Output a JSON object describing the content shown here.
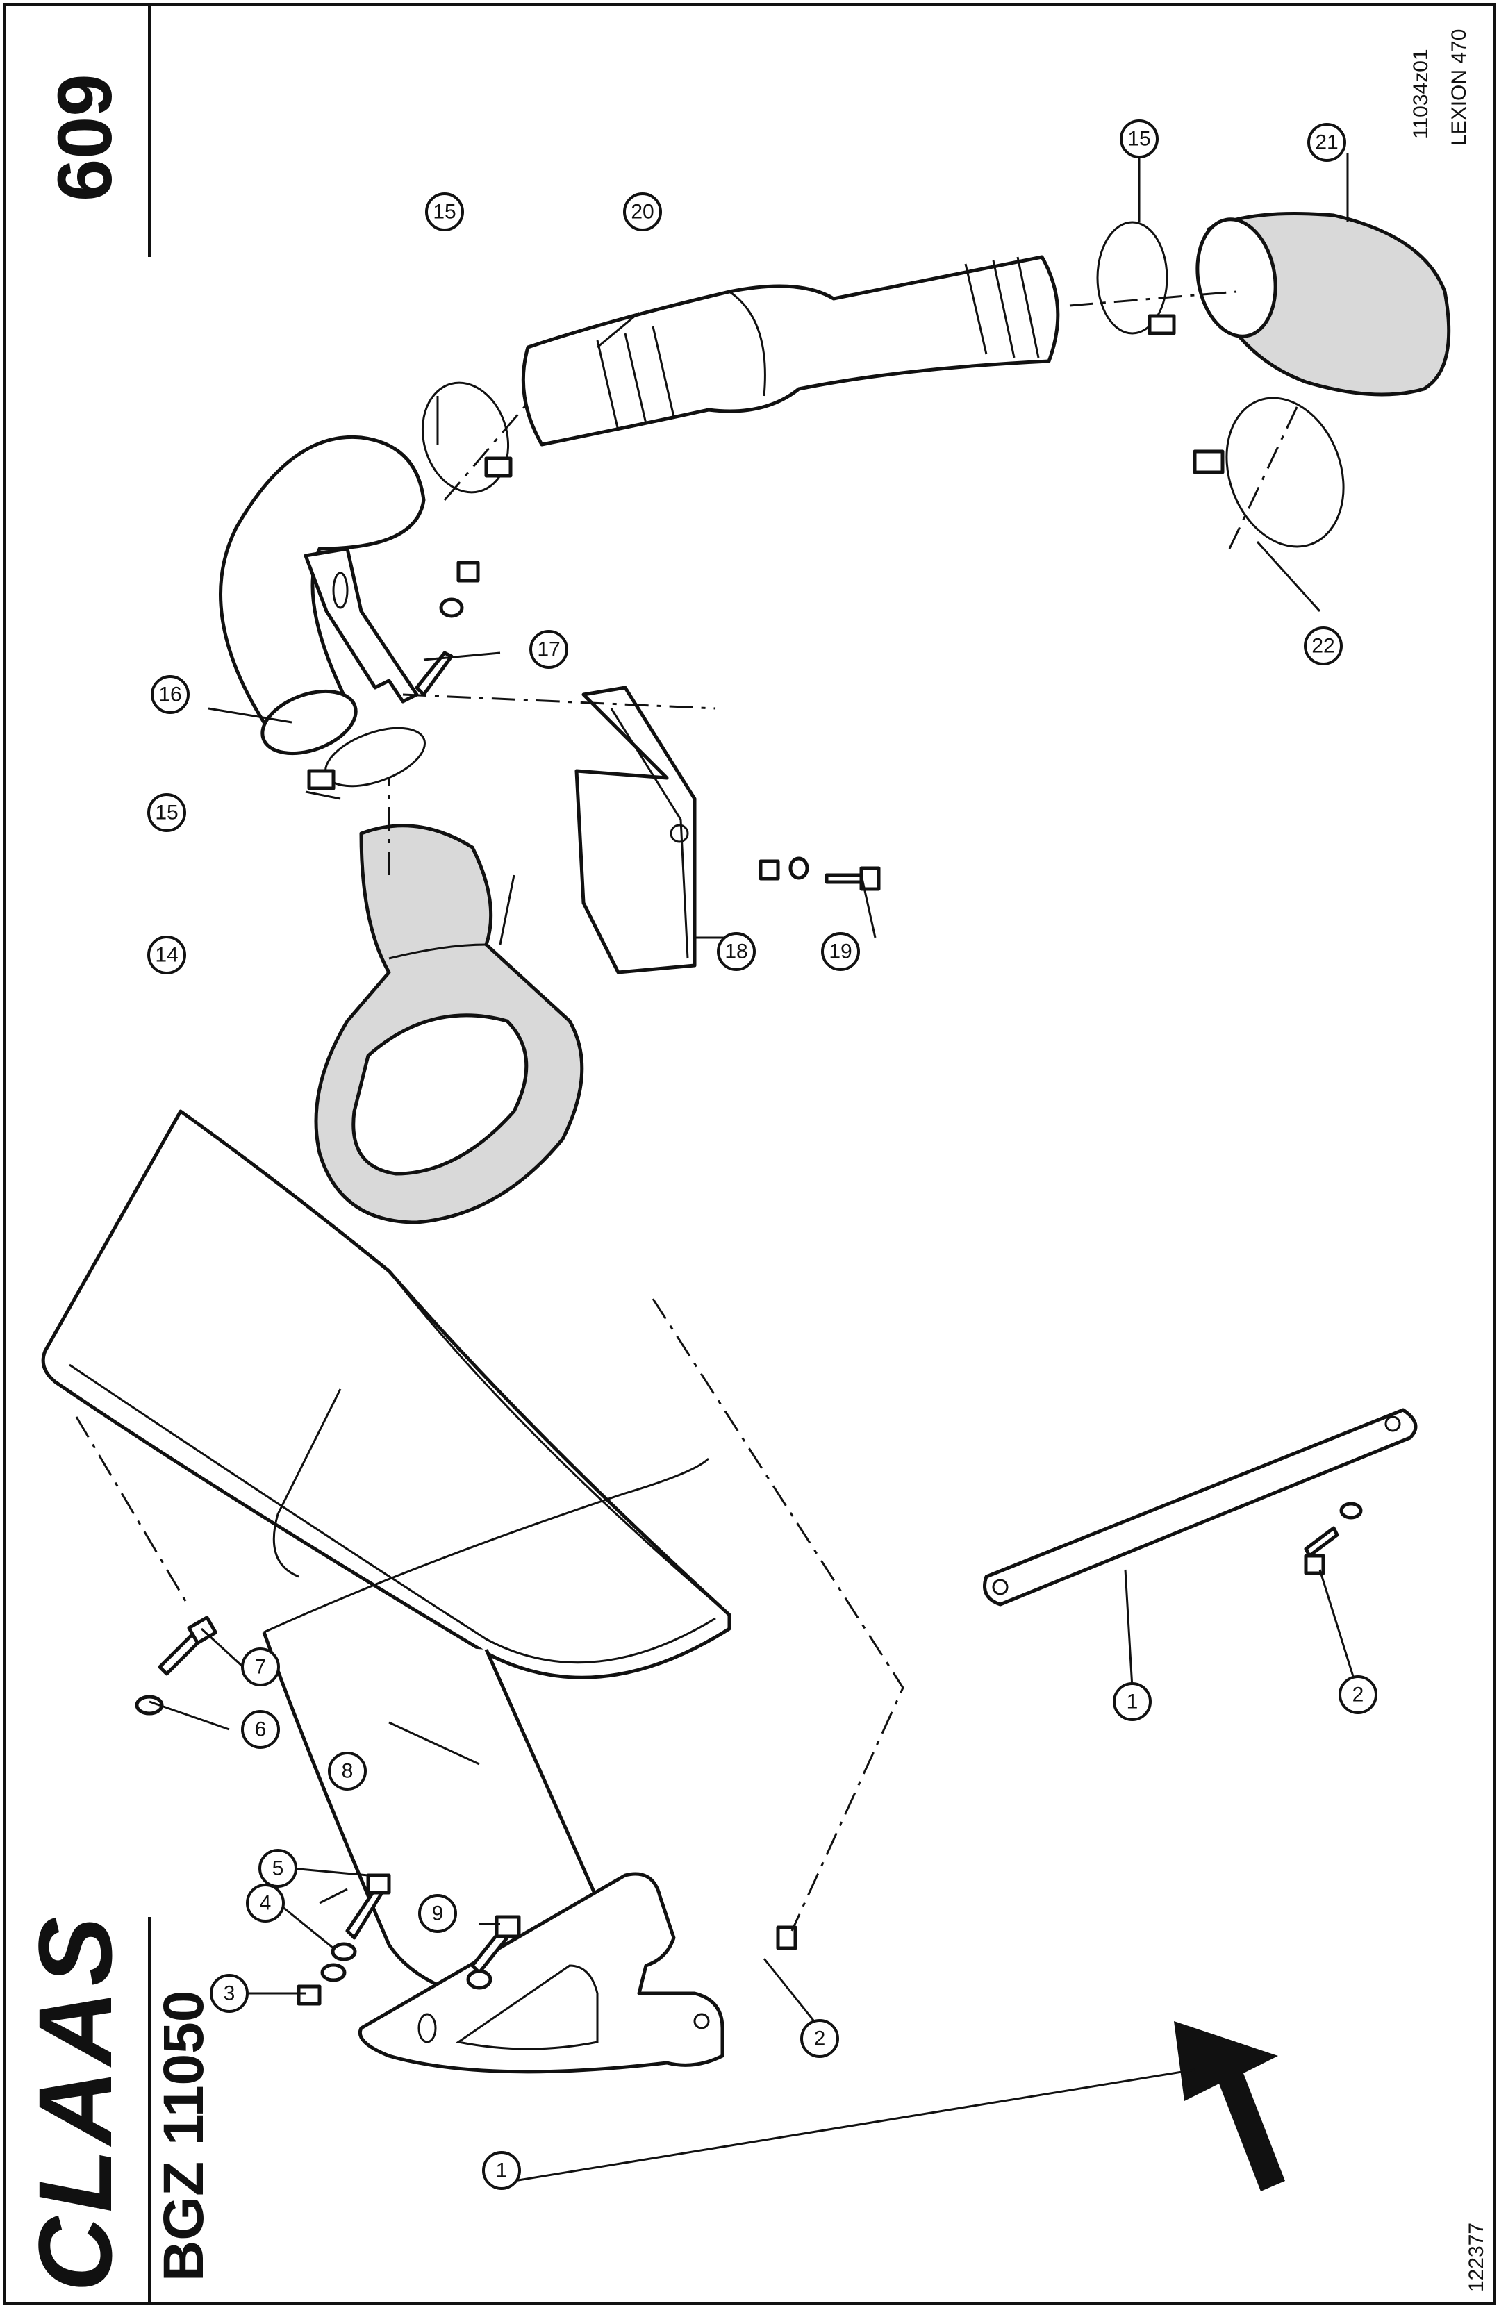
{
  "header": {
    "brand": "CLAAS",
    "model_code": "BGZ 11050",
    "page_number": "609",
    "drawing_ref": "11034z01",
    "machine": "LEXION 470",
    "figure_number": "122377"
  },
  "callouts": [
    {
      "id": "c1a",
      "label": "1"
    },
    {
      "id": "c2a",
      "label": "2"
    },
    {
      "id": "c3",
      "label": "3"
    },
    {
      "id": "c4",
      "label": "4"
    },
    {
      "id": "c5",
      "label": "5"
    },
    {
      "id": "c9",
      "label": "9"
    },
    {
      "id": "c8",
      "label": "8"
    },
    {
      "id": "c6",
      "label": "6"
    },
    {
      "id": "c7",
      "label": "7"
    },
    {
      "id": "c1b",
      "label": "1"
    },
    {
      "id": "c2b",
      "label": "2"
    },
    {
      "id": "c14",
      "label": "14"
    },
    {
      "id": "c15a",
      "label": "15"
    },
    {
      "id": "c16",
      "label": "16"
    },
    {
      "id": "c17",
      "label": "17"
    },
    {
      "id": "c15b",
      "label": "15"
    },
    {
      "id": "c20",
      "label": "20"
    },
    {
      "id": "c18",
      "label": "18"
    },
    {
      "id": "c19",
      "label": "19"
    },
    {
      "id": "c15c",
      "label": "15"
    },
    {
      "id": "c21",
      "label": "21"
    },
    {
      "id": "c22",
      "label": "22"
    }
  ]
}
